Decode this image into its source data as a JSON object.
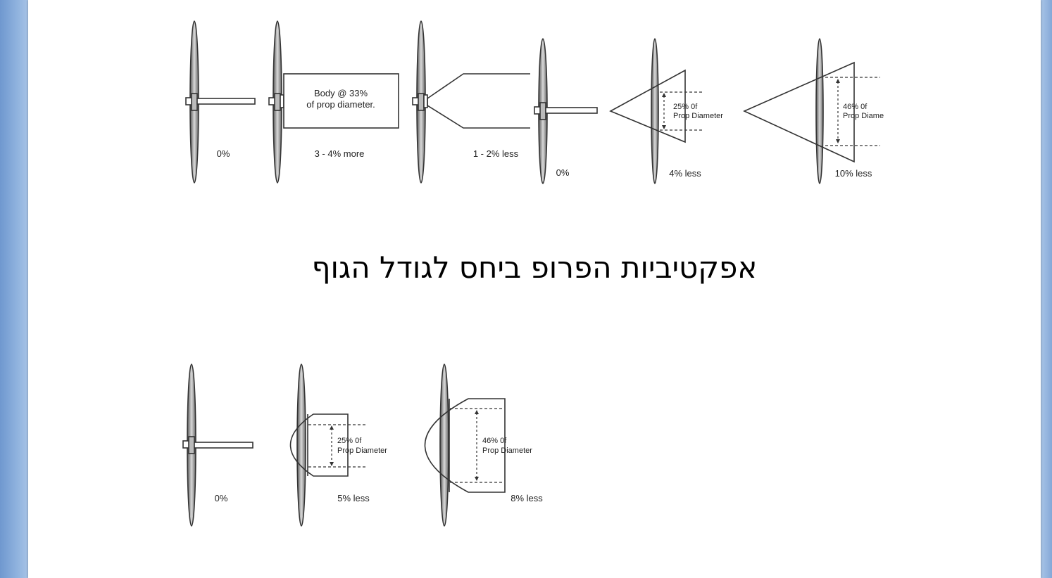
{
  "heading": "אפקטיביות הפרופ ביחס לגודל הגוף",
  "top_row": {
    "labels": [
      "0%",
      "3 - 4% more",
      "1 - 2% less",
      "0%",
      "4% less",
      "10% less"
    ],
    "body_text_line1": "Body @ 33%",
    "body_text_line2": "of prop diameter.",
    "cone_small_line1": "25% 0f",
    "cone_small_line2": "Prop Diameter",
    "cone_large_line1": "46% 0f",
    "cone_large_line2": "Prop Diame"
  },
  "bottom_row": {
    "labels": [
      "0%",
      "5% less",
      "8% less"
    ],
    "dome_small_line1": "25% 0f",
    "dome_small_line2": "Prop Diameter",
    "dome_large_line1": "46% 0f",
    "dome_large_line2": "Prop Diameter"
  }
}
